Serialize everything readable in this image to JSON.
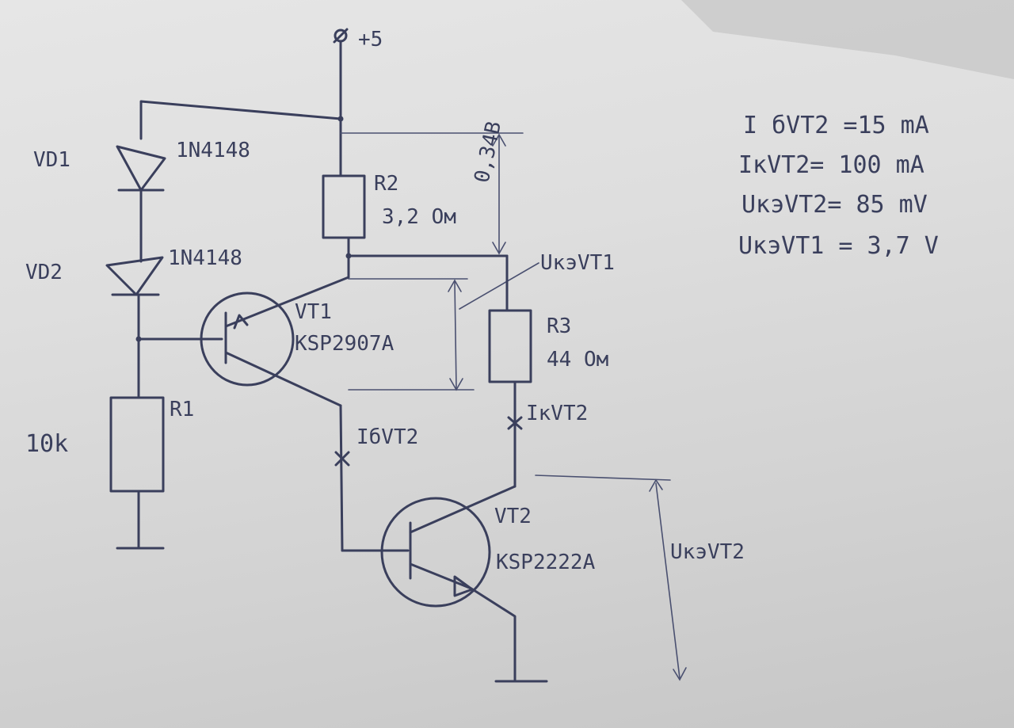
{
  "supply": {
    "label": "+5"
  },
  "components": {
    "vd1": {
      "ref": "VD1",
      "part": "1N4148"
    },
    "vd2": {
      "ref": "VD2",
      "part": "1N4148"
    },
    "r1": {
      "ref": "R1",
      "value": "10k"
    },
    "r2": {
      "ref": "R2",
      "value": "3,2 Ом"
    },
    "r3": {
      "ref": "R3",
      "value": "44 Ом"
    },
    "vt1": {
      "ref": "VT1",
      "part": "KSP2907A"
    },
    "vt2": {
      "ref": "VT2",
      "part": "KSP2222A"
    }
  },
  "measurements": {
    "r2_drop": "0,34В",
    "uke_vt1": "UкэVT1",
    "ib_vt2": "IбVT2",
    "ik_vt2": "IкVT2",
    "uke_vt2": "UкэVT2"
  },
  "notes": [
    "I бVT2 =15 mA",
    "IкVT2= 100 mA",
    "UкэVT2= 85 mV",
    "UкэVT1 = 3,7 V"
  ]
}
